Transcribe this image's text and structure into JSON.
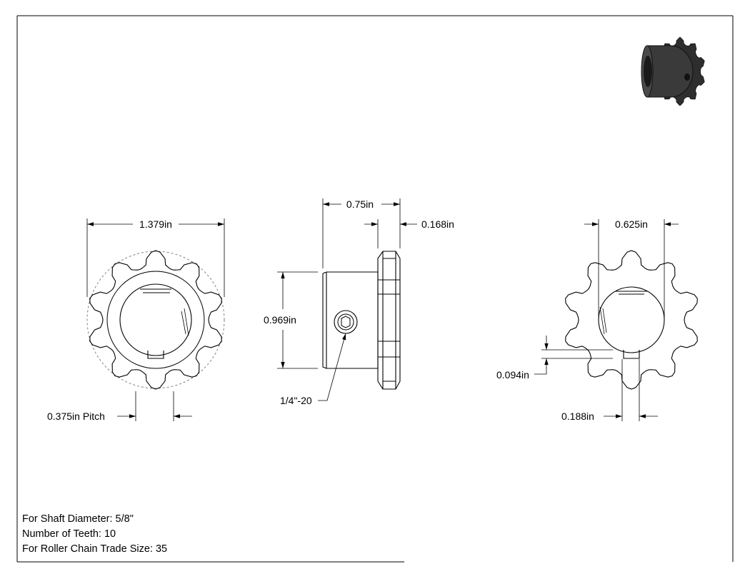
{
  "front_view": {
    "outer_diameter": "1.379in",
    "pitch": "0.375in Pitch",
    "teeth": 10
  },
  "side_view": {
    "length": "0.75in",
    "tooth_width": "0.168in",
    "hub_diameter": "0.969in",
    "set_screw": "1/4\"-20"
  },
  "back_view": {
    "bore": "0.625in",
    "keyway_depth": "0.094in",
    "keyway_width": "0.188in"
  },
  "specs": {
    "shaft_diameter": "For Shaft Diameter: 5/8\"",
    "number_of_teeth": "Number of Teeth: 10",
    "chain_size": "For Roller Chain Trade Size: 35"
  },
  "colors": {
    "line": "#000000",
    "pitch_circle": "#808080",
    "render_dark": "#3a3a3a"
  },
  "iso_view_icon": "sprocket-3d-render-icon"
}
